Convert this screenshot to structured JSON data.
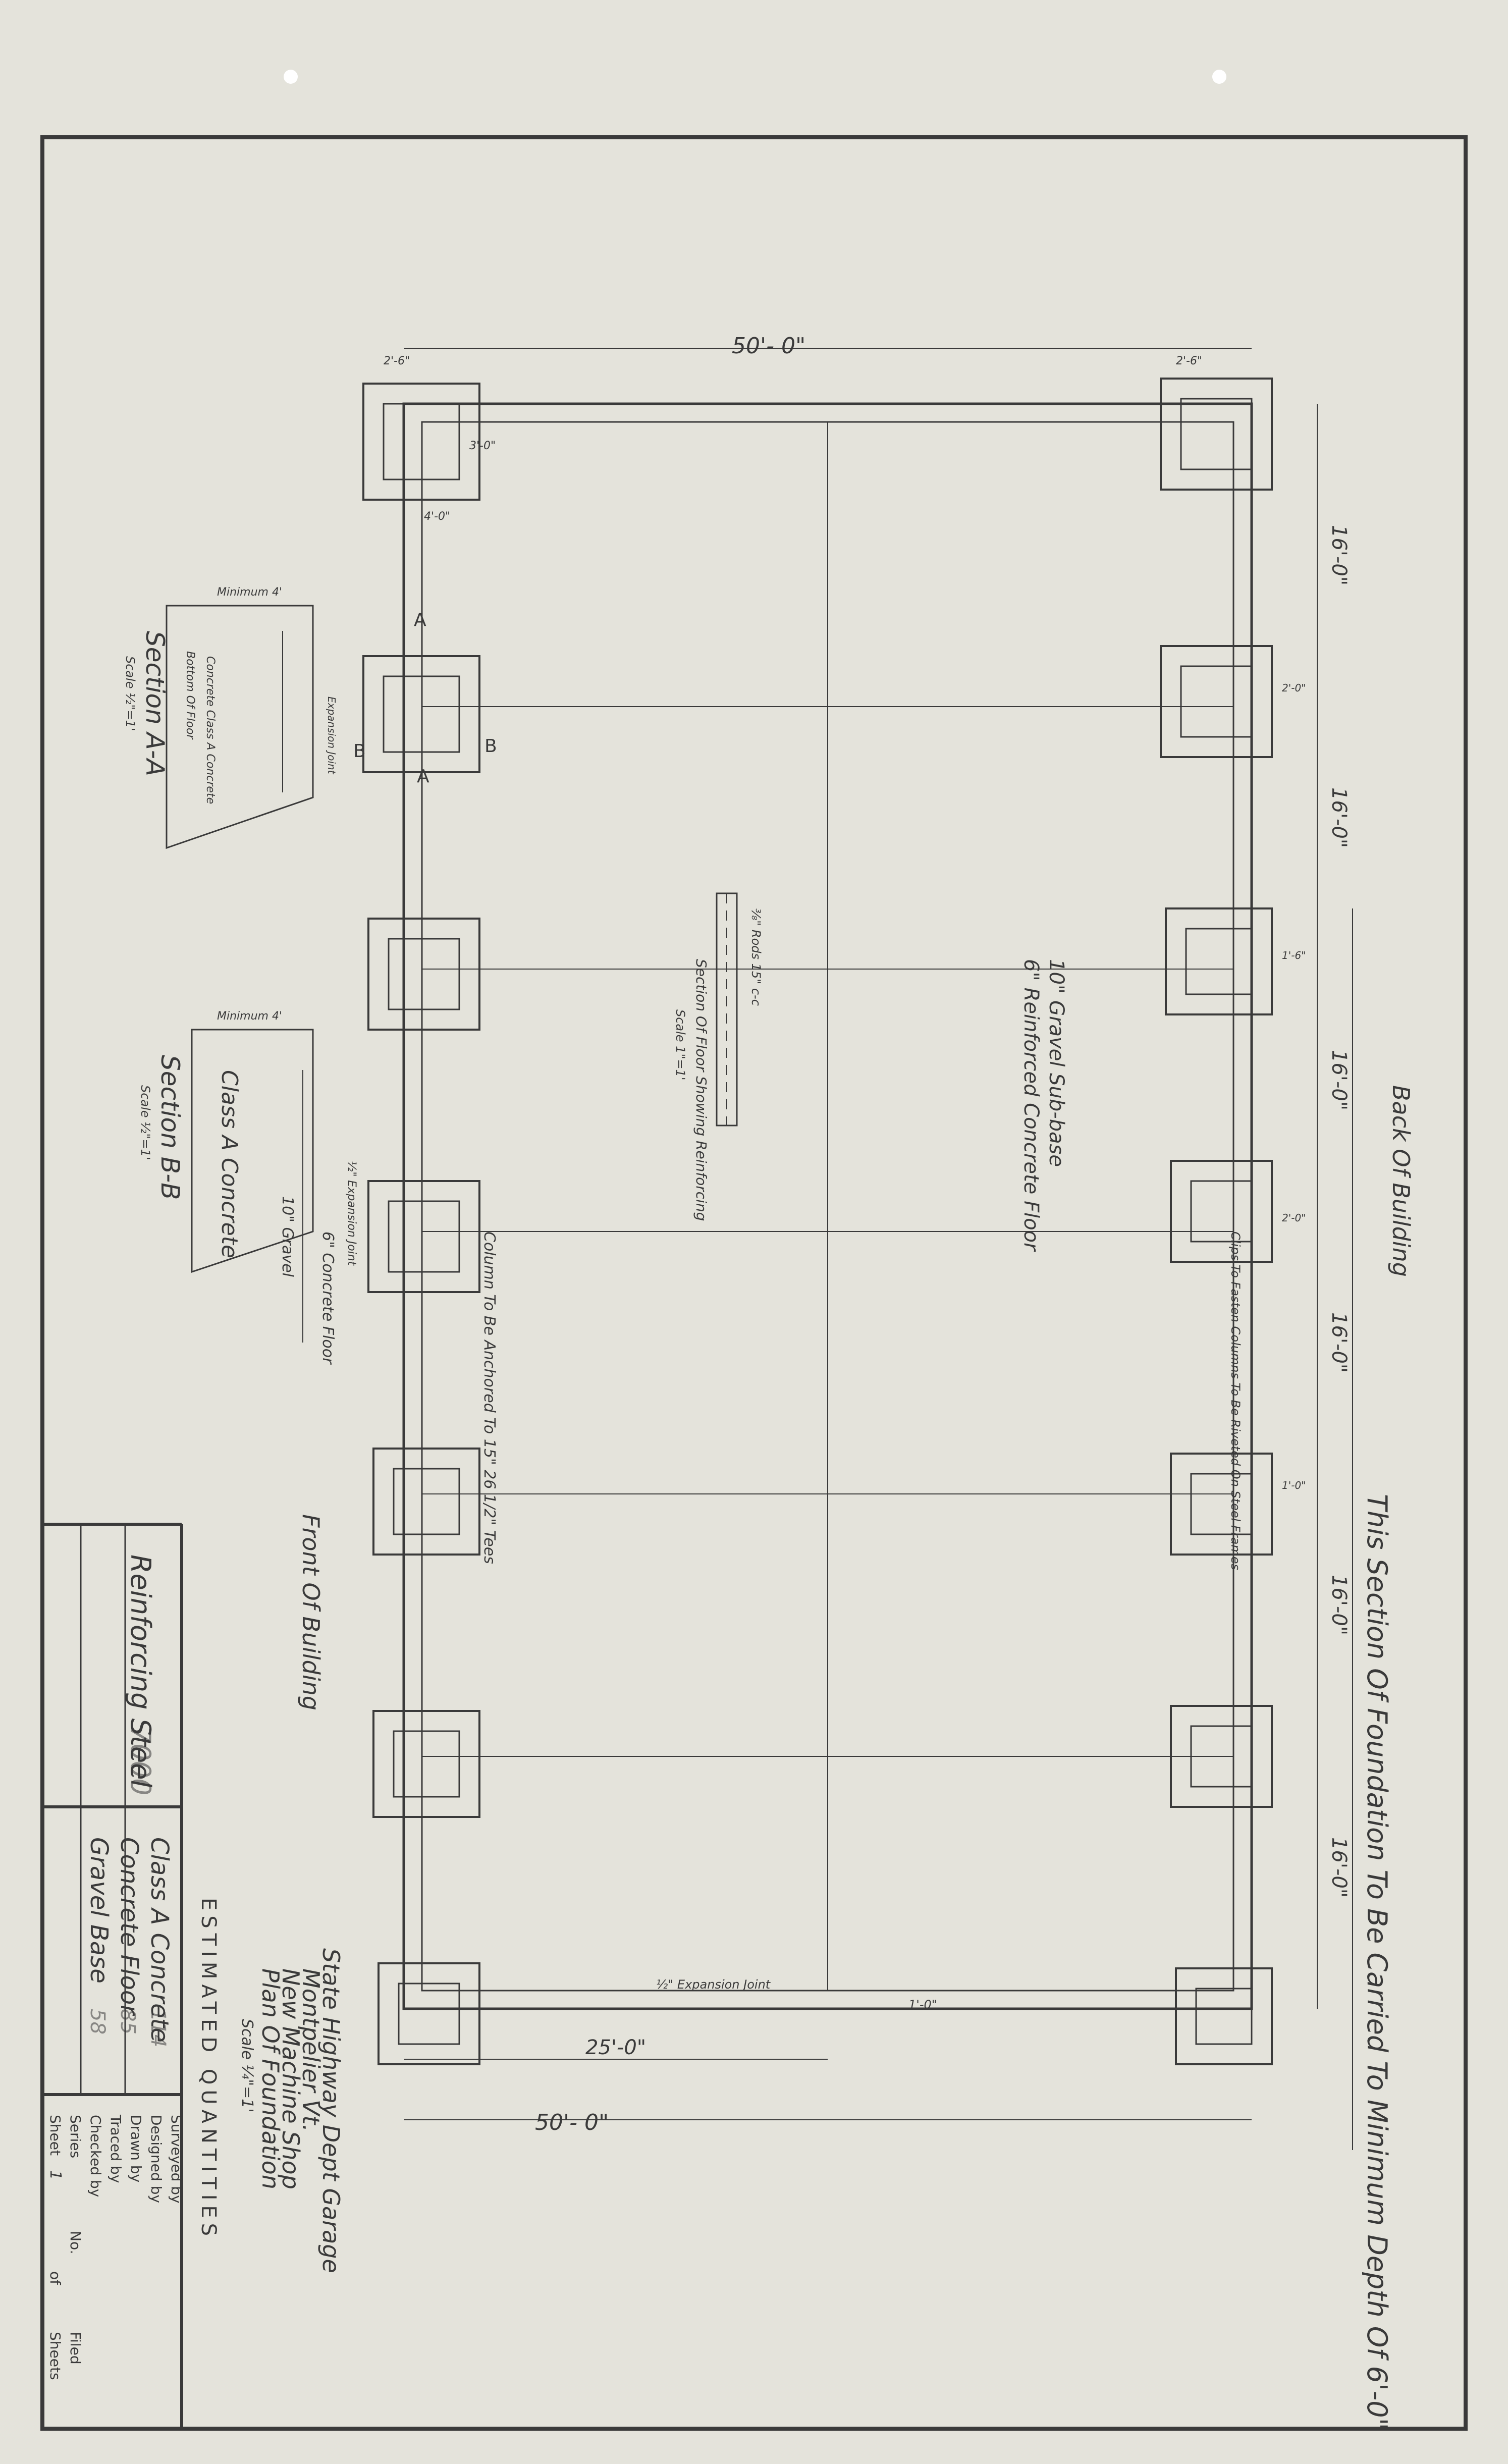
{
  "paper": {
    "color": "#e4e3db",
    "ink": "#3a3a3a",
    "hole_color": "#ffffff"
  },
  "plan": {
    "overall_width": "50'- 0\"",
    "overall_width_bottom": "50'- 0\"",
    "half_width": "25'-0\"",
    "bay_spacing": "16'-0\"",
    "wall_thickness": "1'-0\"",
    "pier_offsets_top_left": "2'-6\"",
    "pier_offsets_top_right": "2'-6\"",
    "pier_depth": "4'-0\"",
    "pier_small": "3'-0\"",
    "pier_offset_a": "2'-0\"",
    "pier_offset_b": "1'-6\"",
    "pier_dim_c": "2'-0\"",
    "pier_dim_d": "1'-0\"",
    "expansion_joint": "½\" Expansion Joint",
    "back_label": "Back Of Building",
    "front_label": "Front Of Building",
    "section_note": "This Section Of Foundation To Be Carried To Minimum Depth Of 6'-0\"",
    "floor_note_1": "10\" Gravel Sub-base",
    "floor_note_2": "6\" Reinforced Concrete Floor",
    "floor_section_title": "Section Of Floor Showing Reinforcing",
    "floor_section_scale": "Scale 1\"=1'",
    "floor_section_bars": "⅜\" Rods 15\" c-c",
    "column_note": "Column To Be Anchored To 15\" 26 1/2\" Tees",
    "clips_note": "Clips To Fasten Columns To Be Riveted On Steel Frames",
    "cut_a": "A",
    "cut_b": "B"
  },
  "section_aa": {
    "title": "Section A-A",
    "scale": "Scale ½\"=1'",
    "min": "Minimum 4'",
    "grade": "Bottom Of Floor",
    "note": "Expansion Joint",
    "material": "Concrete Class A Concrete"
  },
  "section_bb": {
    "title": "Section B-B",
    "scale": "Scale ½\"=1'",
    "min": "Minimum 4'",
    "material": "Class A Concrete",
    "gravel": "10\" Gravel",
    "floor": "6\" Concrete Floor",
    "joint": "½\" Expansion Joint"
  },
  "title_block": {
    "project_line_1": "State Highway Dept Garage",
    "project_line_2": "Montpelier Vt.",
    "project_line_3": "New Machine Shop",
    "project_line_4": "Plan Of Foundation",
    "project_scale": "Scale ¼\"=1'",
    "estimated_quantities": "ESTIMATED QUANTITIES",
    "q1_label": "Reinforcing Steel",
    "q1_value": "7000",
    "q2_label": "Class A Concrete",
    "q2_value": "114",
    "q3_label": "Concrete Floor",
    "q3_value": "85",
    "q4_label": "Gravel Base",
    "q4_value": "58",
    "surveyed_by": "Surveyed by",
    "designed_by": "Designed by",
    "drawn_by": "Drawn by",
    "traced_by": "Traced by",
    "checked_by": "Checked by",
    "series": "Series",
    "no": "No.",
    "sheet": "Sheet",
    "sheet_no": "1",
    "of": "of",
    "sheets": "Sheets",
    "filed": "Filed"
  }
}
